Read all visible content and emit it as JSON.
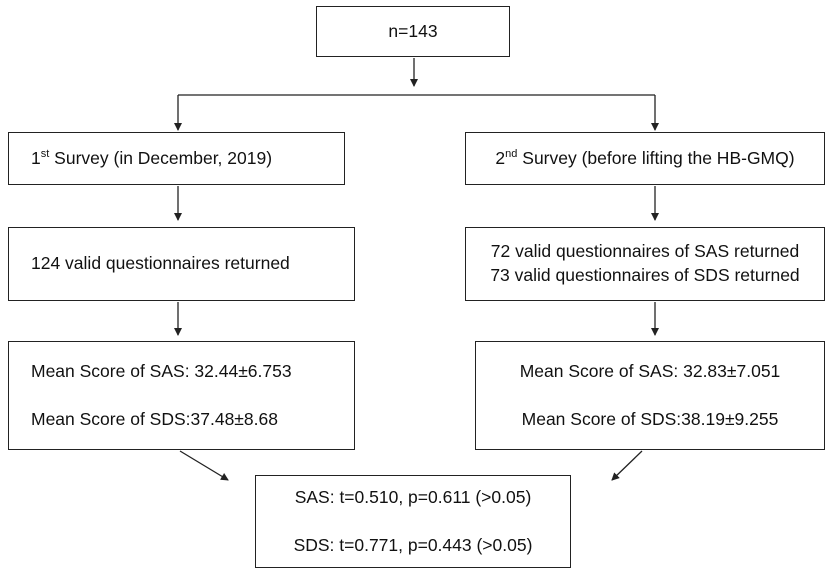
{
  "top": {
    "text": "n=143"
  },
  "left_column": {
    "survey": {
      "ordinal": "1",
      "ordinal_suffix": "st",
      "text": " Survey (in December, 2019)"
    },
    "returned": {
      "text": "124 valid questionnaires returned"
    },
    "scores": {
      "sas": "Mean Score of SAS: 32.44±6.753",
      "sds": "Mean Score of SDS:37.48±8.68"
    }
  },
  "right_column": {
    "survey": {
      "ordinal": "2",
      "ordinal_suffix": "nd",
      "text": " Survey (before lifting the HB-GMQ)"
    },
    "returned": {
      "sas": "72 valid questionnaires of SAS returned",
      "sds": "73 valid questionnaires of SDS returned"
    },
    "scores": {
      "sas": "Mean Score of SAS: 32.83±7.051",
      "sds": "Mean Score of SDS:38.19±9.255"
    }
  },
  "result": {
    "sas": "SAS: t=0.510, p=0.611 (>0.05)",
    "sds": "SDS: t=0.771, p=0.443 (>0.05)"
  }
}
